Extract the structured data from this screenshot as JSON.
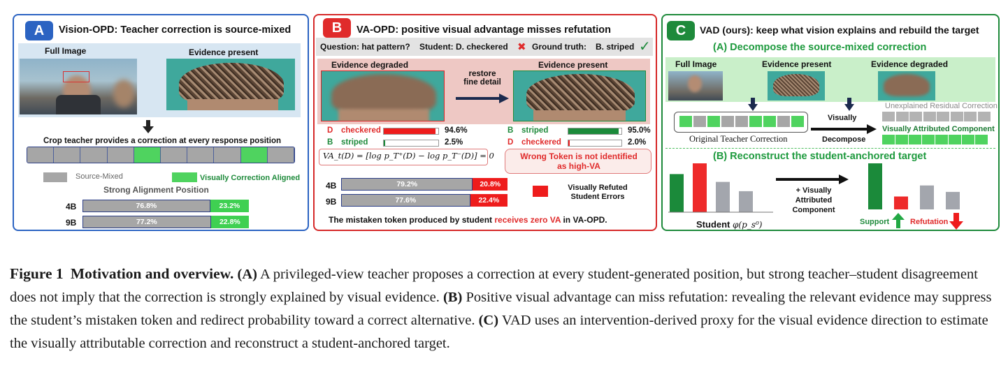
{
  "colors": {
    "blue": "#2b63c2",
    "red": "#e02b2b",
    "green": "#1e8a3b",
    "gray": "#a6a6a6",
    "lightgreen": "#4fd35f",
    "darkgreen": "#1b8a3a"
  },
  "panelA": {
    "badge": "A",
    "title": "Vision-OPD: Teacher correction is source-mixed",
    "img1_label": "Full Image",
    "img2_label": "Evidence present",
    "crop_text": "Crop teacher provides a correction at every response position",
    "legend_gray": "Source-Mixed",
    "legend_green": "Visually Correction Aligned",
    "strong_title": "Strong Alignment Position",
    "rows": [
      {
        "label": "4B",
        "gray": "76.8%",
        "green": "23.2%",
        "gray_frac": 0.768
      },
      {
        "label": "9B",
        "gray": "77.2%",
        "green": "22.8%",
        "gray_frac": 0.772
      }
    ],
    "strip_green_cells": [
      4,
      8
    ],
    "strip_cells": 10
  },
  "panelB": {
    "badge": "B",
    "title": "VA-OPD: positive visual advantage misses refutation",
    "question": "Question: hat pattern?",
    "student": "Student: D. checkered",
    "cross": "✖",
    "gt": "Ground truth:",
    "gt_answer": "B. striped",
    "check": "✓",
    "img1_label": "Evidence degraded",
    "arrow_text": "restore fine detail",
    "img2_label": "Evidence present",
    "left_probs": [
      {
        "opt": "D",
        "name": "checkered",
        "pct": "94.6%",
        "frac": 0.946,
        "color": "red"
      },
      {
        "opt": "B",
        "name": "striped",
        "pct": "2.5%",
        "frac": 0.025,
        "color": "green"
      }
    ],
    "right_probs": [
      {
        "opt": "B",
        "name": "striped",
        "pct": "95.0%",
        "frac": 0.95,
        "color": "green"
      },
      {
        "opt": "D",
        "name": "checkered",
        "pct": "2.0%",
        "frac": 0.02,
        "color": "red"
      }
    ],
    "formula": "VA_t(D) = [log p_T⁺(D) − log p_T⁻(D)] = 0",
    "wrong_token": "Wrong Token is not identified as high-VA",
    "rows": [
      {
        "label": "4B",
        "gray": "79.2%",
        "red": "20.8%",
        "gray_frac": 0.792
      },
      {
        "label": "9B",
        "gray": "77.6%",
        "red": "22.4%",
        "gray_frac": 0.776
      }
    ],
    "legend_red": "Visually Refuted Student Errors",
    "bottom_pre": "The mistaken token produced by student",
    "bottom_red": "receives zero VA",
    "bottom_post": "in VA-OPD."
  },
  "panelC": {
    "badge": "C",
    "title": "VAD (ours): keep what vision explains and rebuild the target",
    "subA": "(A) Decompose the source-mixed correction",
    "img1_label": "Full Image",
    "img2_label": "Evidence present",
    "img3_label": "Evidence degraded",
    "orig_label": "Original Teacher Correction",
    "visually": "Visually",
    "decompose": "Decompose",
    "residual": "Unexplained Residual Correction",
    "attributed": "Visually Attributed Component",
    "subB": "(B) Reconstruct the student-anchored target",
    "plus_text": "+ Visually Attributed Component",
    "student_label": "Student",
    "student_math": "φ(p_s⁰)",
    "support": "Support",
    "refutation": "Refutation",
    "orig_cells": [
      "g",
      "x",
      "g",
      "x",
      "x",
      "g",
      "g",
      "x",
      "g"
    ],
    "student_bars": [
      {
        "v": 0.78,
        "c": "green"
      },
      {
        "v": 1.0,
        "c": "red"
      },
      {
        "v": 0.62,
        "c": "gray"
      },
      {
        "v": 0.43,
        "c": "gray"
      }
    ],
    "target_bars": [
      {
        "v": 1.0,
        "c": "green"
      },
      {
        "v": 0.28,
        "c": "red"
      },
      {
        "v": 0.52,
        "c": "gray"
      },
      {
        "v": 0.38,
        "c": "gray"
      }
    ]
  },
  "caption": {
    "fig": "Figure 1",
    "heading": "Motivation and overview.",
    "a": "(A)",
    "a_text": "A privileged-view teacher proposes a correction at every student-generated position, but strong teacher–student disagreement does not imply that the correction is strongly explained by visual evidence.",
    "b": "(B)",
    "b_text": "Positive visual advantage can miss refutation: revealing the relevant evidence may suppress the student’s mistaken token and redirect probability toward a correct alternative.",
    "c": "(C)",
    "c_text": "VAD uses an intervention-derived proxy for the visual evidence direction to estimate the visually attributable correction and reconstruct a student-anchored target."
  }
}
